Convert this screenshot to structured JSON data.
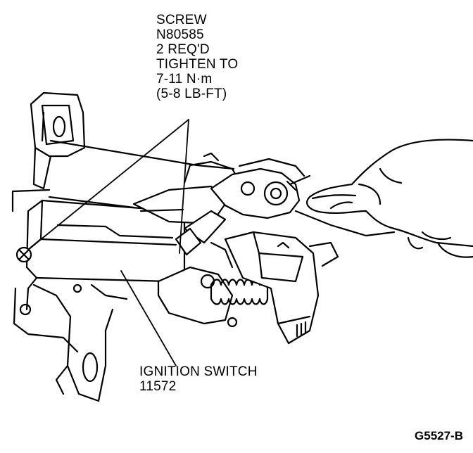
{
  "screw_callout": {
    "lines": [
      "SCREW",
      "N80585",
      "2 REQ'D",
      "TIGHTEN TO",
      "7-11 N·m",
      "(5-8 LB-FT)"
    ]
  },
  "ignition_callout": {
    "lines": [
      "IGNITION SWITCH",
      "11572"
    ]
  },
  "figure_code": "G5527-B",
  "colors": {
    "ink": "#000000",
    "paper": "#ffffff"
  }
}
